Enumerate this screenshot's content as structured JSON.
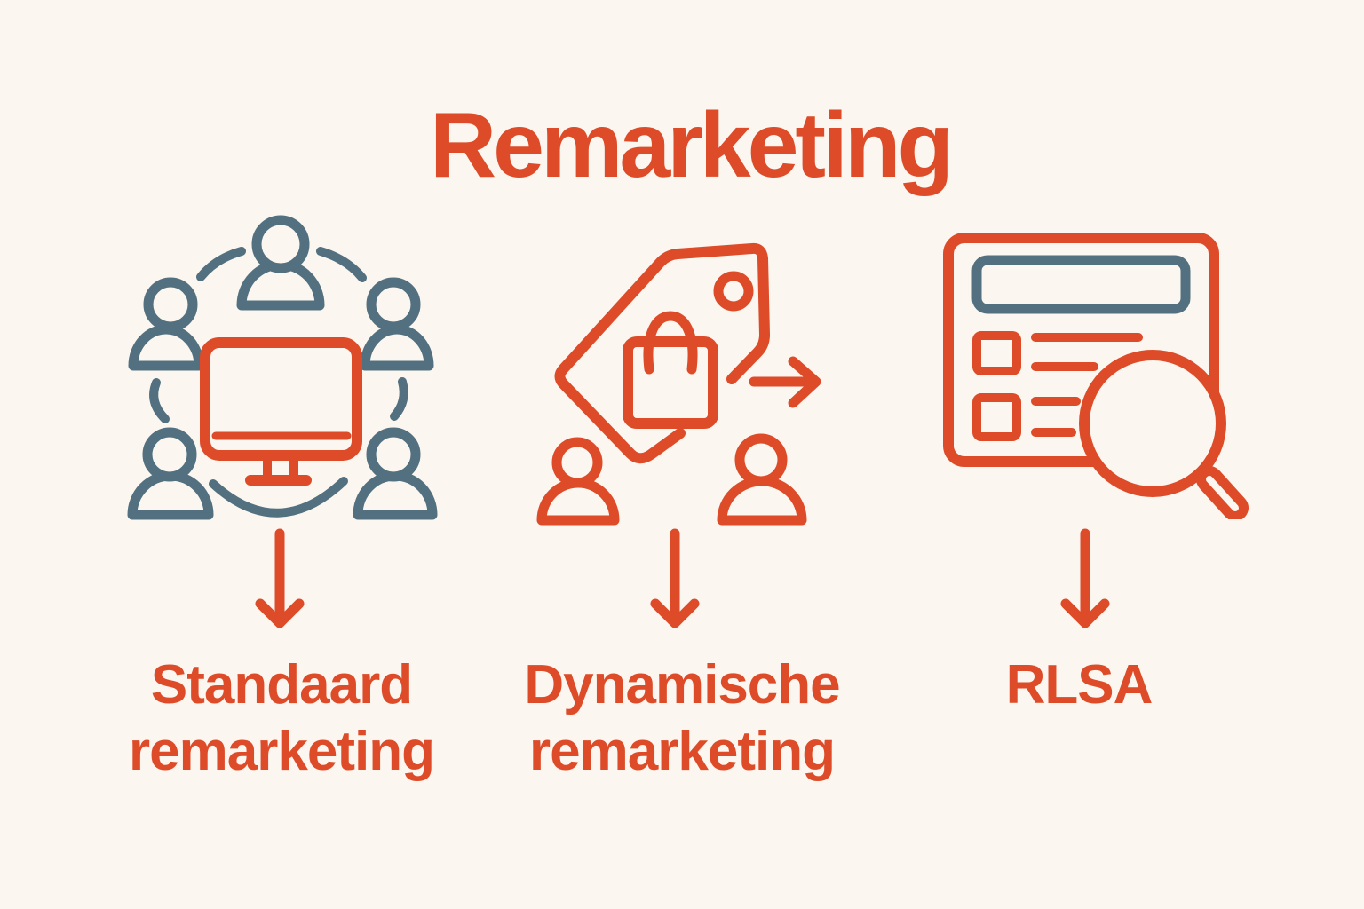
{
  "title": "Remarketing",
  "colors": {
    "orange": "#DD4B28",
    "slate": "#52707F",
    "background": "#FBF6EF"
  },
  "items": [
    {
      "name": "Standaard remarketing",
      "lines": [
        "Standaard",
        "remarketing"
      ],
      "icon": "audience-around-monitor"
    },
    {
      "name": "Dynamische remarketing",
      "lines": [
        "Dynamische",
        "remarketing"
      ],
      "icon": "price-tag-shopping-bag-users"
    },
    {
      "name": "RLSA",
      "lines": [
        "RLSA"
      ],
      "icon": "search-results-page-magnifier"
    }
  ]
}
